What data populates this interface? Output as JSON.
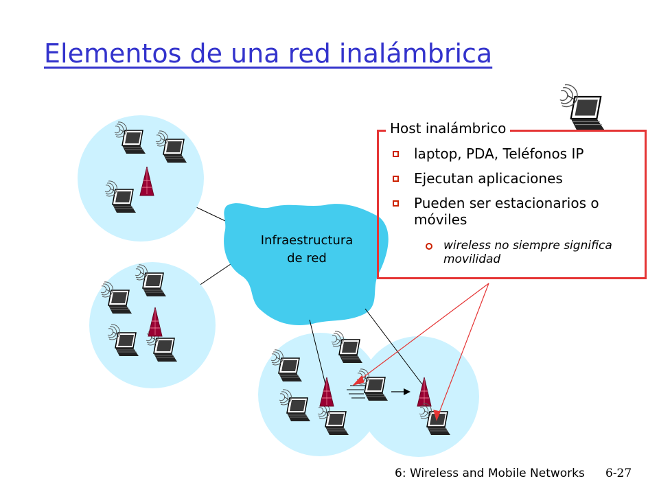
{
  "title": "Elementos de una red inalámbrica",
  "cloud": {
    "line1": "Infraestructura",
    "line2": "de red"
  },
  "infobox": {
    "heading": "Host inalámbrico",
    "bullets": [
      {
        "text": "laptop, PDA, Teléfonos IP"
      },
      {
        "text": "Ejecutan aplicaciones"
      },
      {
        "text": "Pueden ser estacionarios o móviles"
      }
    ],
    "subbullet": "wireless no siempre significa movilidad"
  },
  "footer": {
    "course": "6: Wireless and Mobile Networks",
    "page": "6-27"
  },
  "colors": {
    "cell": "#ccf2ff",
    "cloud": "#44ccee",
    "accent_red": "#e53535",
    "title_blue": "#3333cc",
    "tower": "#990033"
  },
  "icons": [
    "laptop-icon",
    "base-station-icon",
    "wireless-waves-icon",
    "speed-lines-icon",
    "arrow-icon"
  ]
}
